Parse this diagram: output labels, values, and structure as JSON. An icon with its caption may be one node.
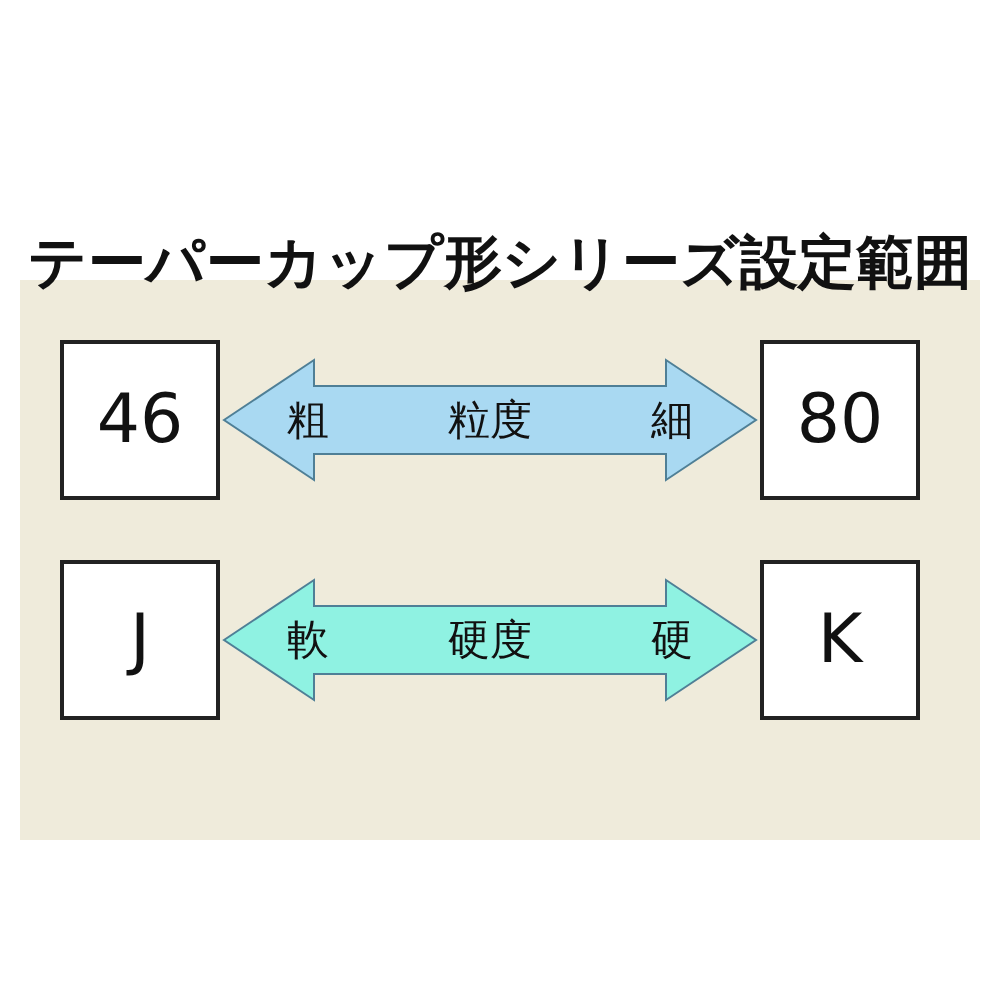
{
  "diagram": {
    "title": "テーパーカップ形シリーズ設定範囲",
    "nodes": [
      {
        "text": [
          "46"
        ]
      },
      {
        "text": [
          "80"
        ]
      },
      {
        "text": [
          "J"
        ]
      },
      {
        "text": [
          "K"
        ]
      }
    ],
    "edges": [
      {
        "from": 0,
        "to": 1,
        "arrow": "both",
        "label": "粒度",
        "color": "#a9d9f2"
      },
      {
        "from": 2,
        "to": 3,
        "arrow": "both",
        "label": "硬度",
        "color": "#8ff2e2"
      }
    ],
    "labels": [
      "粗",
      "細",
      "軟",
      "硬"
    ]
  }
}
